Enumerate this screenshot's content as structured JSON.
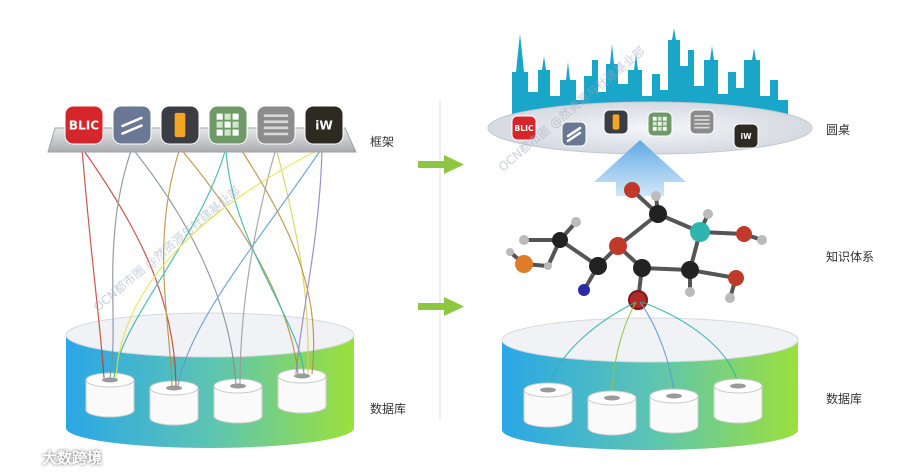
{
  "left": {
    "framework_label": "框架",
    "database_label": "数据库",
    "apps": [
      {
        "name": "blic-app",
        "text": "BLIC",
        "bg": "#d6262b",
        "fg": "#ffffff"
      },
      {
        "name": "stripes-app",
        "text": "",
        "bg": "#6a7896",
        "fg": "#ffffff"
      },
      {
        "name": "phone-app",
        "text": "",
        "bg": "#3c3c44",
        "fg": "#f2a622"
      },
      {
        "name": "grid-app",
        "text": "",
        "bg": "#6f9a68",
        "fg": "#ffffff"
      },
      {
        "name": "texture-app",
        "text": "",
        "bg": "#8c8c8c",
        "fg": "#ffffff"
      },
      {
        "name": "iw-app",
        "text": "iW",
        "bg": "#2d2a22",
        "fg": "#ffffff"
      }
    ]
  },
  "right": {
    "roundtable_label": "圆桌",
    "knowledge_label": "知识体系",
    "database_label": "数据库"
  },
  "colors": {
    "arrow": "#8dc63f",
    "skyline": "#19a6c8",
    "platform": "#dfe3ea",
    "up_arrow": "#7ab6e6"
  },
  "watermark": {
    "text_left": "OCN都市圈 @然资源与社建基业部",
    "text_right": "OCN都市圈 @然资源与社建基业部",
    "brand": "大数跨境"
  }
}
